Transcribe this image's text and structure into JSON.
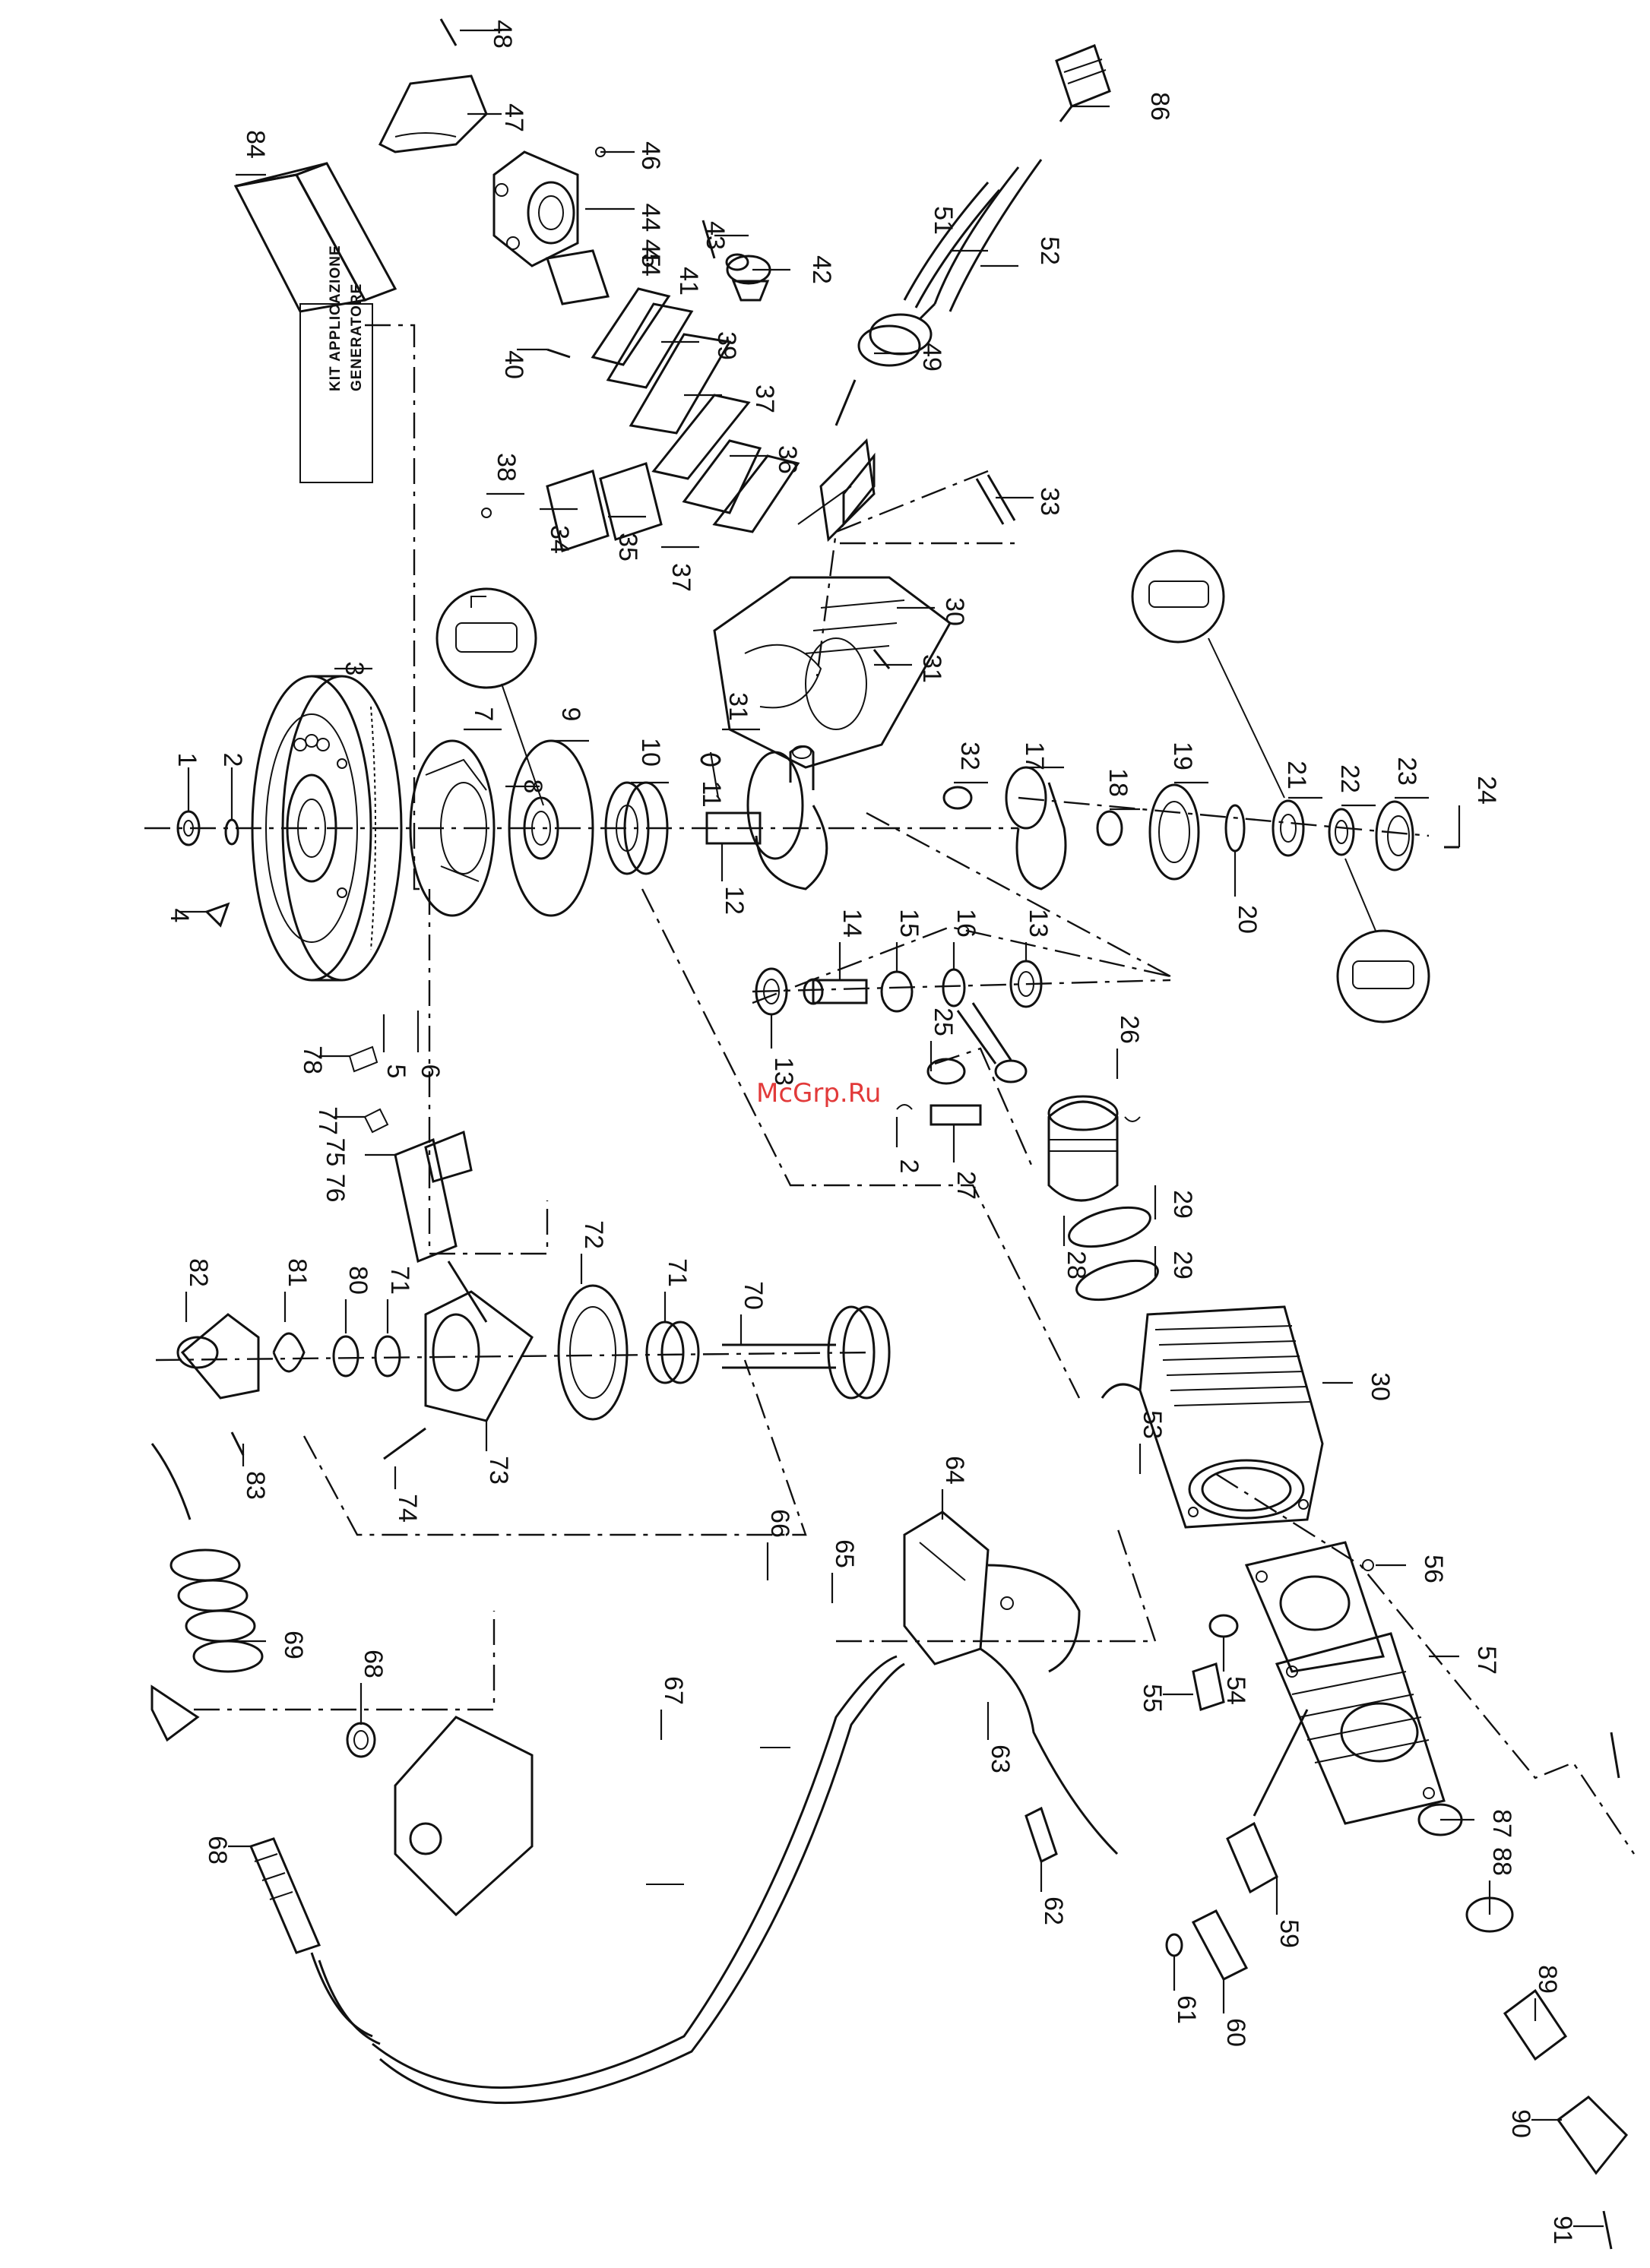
{
  "watermark": "McGrp.Ru",
  "kit_box": {
    "line1": "KIT APPLICAZIONE",
    "line2": "GENERATORE"
  },
  "part_numbers": [
    "1",
    "2",
    "3",
    "4",
    "5",
    "6",
    "7",
    "8",
    "9",
    "10",
    "11",
    "12",
    "13",
    "14",
    "15",
    "16",
    "17",
    "18",
    "19",
    "20",
    "21",
    "22",
    "23",
    "24",
    "25",
    "26",
    "27",
    "28",
    "29",
    "30",
    "31",
    "32",
    "33",
    "34",
    "35",
    "36",
    "37",
    "38",
    "39",
    "40",
    "41",
    "42",
    "43",
    "44",
    "45",
    "46",
    "47",
    "48",
    "49",
    "51",
    "52",
    "53",
    "54",
    "55",
    "56",
    "57",
    "59",
    "60",
    "61",
    "62",
    "63",
    "64",
    "65",
    "66",
    "67",
    "68",
    "69",
    "70",
    "71",
    "72",
    "73",
    "74",
    "75",
    "76",
    "77",
    "78",
    "80",
    "81",
    "82",
    "83",
    "84",
    "86",
    "87",
    "88",
    "89",
    "90",
    "91"
  ],
  "labels": [
    {
      "id": "L48",
      "text": "48"
    },
    {
      "id": "L47",
      "text": "47"
    },
    {
      "id": "L84",
      "text": "84"
    },
    {
      "id": "L46",
      "text": "46"
    },
    {
      "id": "L86",
      "text": "86"
    },
    {
      "id": "L45",
      "text": "44 45"
    },
    {
      "id": "L43",
      "text": "43"
    },
    {
      "id": "L42",
      "text": "42"
    },
    {
      "id": "L44",
      "text": "44"
    },
    {
      "id": "L41",
      "text": "41"
    },
    {
      "id": "L51",
      "text": "51"
    },
    {
      "id": "L52",
      "text": "52"
    },
    {
      "id": "L40",
      "text": "40"
    },
    {
      "id": "L39",
      "text": "39"
    },
    {
      "id": "L49",
      "text": "49"
    },
    {
      "id": "L37a",
      "text": "37"
    },
    {
      "id": "L38",
      "text": "38"
    },
    {
      "id": "L36",
      "text": "36"
    },
    {
      "id": "L33",
      "text": "33"
    },
    {
      "id": "L34",
      "text": "34"
    },
    {
      "id": "L35",
      "text": "35"
    },
    {
      "id": "L37b",
      "text": "37"
    },
    {
      "id": "L30a",
      "text": "30"
    },
    {
      "id": "L31a",
      "text": "31"
    },
    {
      "id": "L31b",
      "text": "31"
    },
    {
      "id": "L3",
      "text": "3"
    },
    {
      "id": "L7",
      "text": "7"
    },
    {
      "id": "L9",
      "text": "9"
    },
    {
      "id": "L10",
      "text": "10"
    },
    {
      "id": "L1",
      "text": "1"
    },
    {
      "id": "L2",
      "text": "2"
    },
    {
      "id": "L8",
      "text": "8"
    },
    {
      "id": "L11",
      "text": "11"
    },
    {
      "id": "L32",
      "text": "32"
    },
    {
      "id": "L17",
      "text": "17"
    },
    {
      "id": "L18",
      "text": "18"
    },
    {
      "id": "L19",
      "text": "19"
    },
    {
      "id": "L21",
      "text": "21"
    },
    {
      "id": "L22",
      "text": "22"
    },
    {
      "id": "L23",
      "text": "23"
    },
    {
      "id": "L24",
      "text": "24"
    },
    {
      "id": "L4",
      "text": "4"
    },
    {
      "id": "L12",
      "text": "12"
    },
    {
      "id": "L20",
      "text": "20"
    },
    {
      "id": "L5",
      "text": "5"
    },
    {
      "id": "L6",
      "text": "6"
    },
    {
      "id": "L14",
      "text": "14"
    },
    {
      "id": "L15",
      "text": "15"
    },
    {
      "id": "L16",
      "text": "16"
    },
    {
      "id": "L13a",
      "text": "13"
    },
    {
      "id": "L13b",
      "text": "13"
    },
    {
      "id": "L25",
      "text": "25"
    },
    {
      "id": "L26",
      "text": "26"
    },
    {
      "id": "L78",
      "text": "78"
    },
    {
      "id": "L77",
      "text": "77"
    },
    {
      "id": "L76",
      "text": "75 76"
    },
    {
      "id": "L2b",
      "text": "2"
    },
    {
      "id": "L27",
      "text": "27"
    },
    {
      "id": "L28",
      "text": "28"
    },
    {
      "id": "L29a",
      "text": "29"
    },
    {
      "id": "L29b",
      "text": "29"
    },
    {
      "id": "L82",
      "text": "82"
    },
    {
      "id": "L81",
      "text": "81"
    },
    {
      "id": "L80",
      "text": "80"
    },
    {
      "id": "L71a",
      "text": "71"
    },
    {
      "id": "L72",
      "text": "72"
    },
    {
      "id": "L71b",
      "text": "71"
    },
    {
      "id": "L70",
      "text": "70"
    },
    {
      "id": "L30b",
      "text": "30"
    },
    {
      "id": "L83",
      "text": "83"
    },
    {
      "id": "L73",
      "text": "73"
    },
    {
      "id": "L74",
      "text": "74"
    },
    {
      "id": "L53",
      "text": "53"
    },
    {
      "id": "L69",
      "text": "69"
    },
    {
      "id": "L66",
      "text": "66"
    },
    {
      "id": "L65",
      "text": "65"
    },
    {
      "id": "L64",
      "text": "64"
    },
    {
      "id": "L56",
      "text": "56"
    },
    {
      "id": "L68a",
      "text": "68"
    },
    {
      "id": "L55",
      "text": "55"
    },
    {
      "id": "L54",
      "text": "54"
    },
    {
      "id": "L57",
      "text": "57"
    },
    {
      "id": "L63",
      "text": "63"
    },
    {
      "id": "L62",
      "text": "62"
    },
    {
      "id": "L87",
      "text": "87"
    },
    {
      "id": "L67",
      "text": "67"
    },
    {
      "id": "L59",
      "text": "59"
    },
    {
      "id": "L88",
      "text": "88"
    },
    {
      "id": "L68b",
      "text": "68"
    },
    {
      "id": "L60",
      "text": "60"
    },
    {
      "id": "L61",
      "text": "61"
    },
    {
      "id": "L89",
      "text": "89"
    },
    {
      "id": "L90",
      "text": "90"
    },
    {
      "id": "L91",
      "text": "91"
    }
  ]
}
